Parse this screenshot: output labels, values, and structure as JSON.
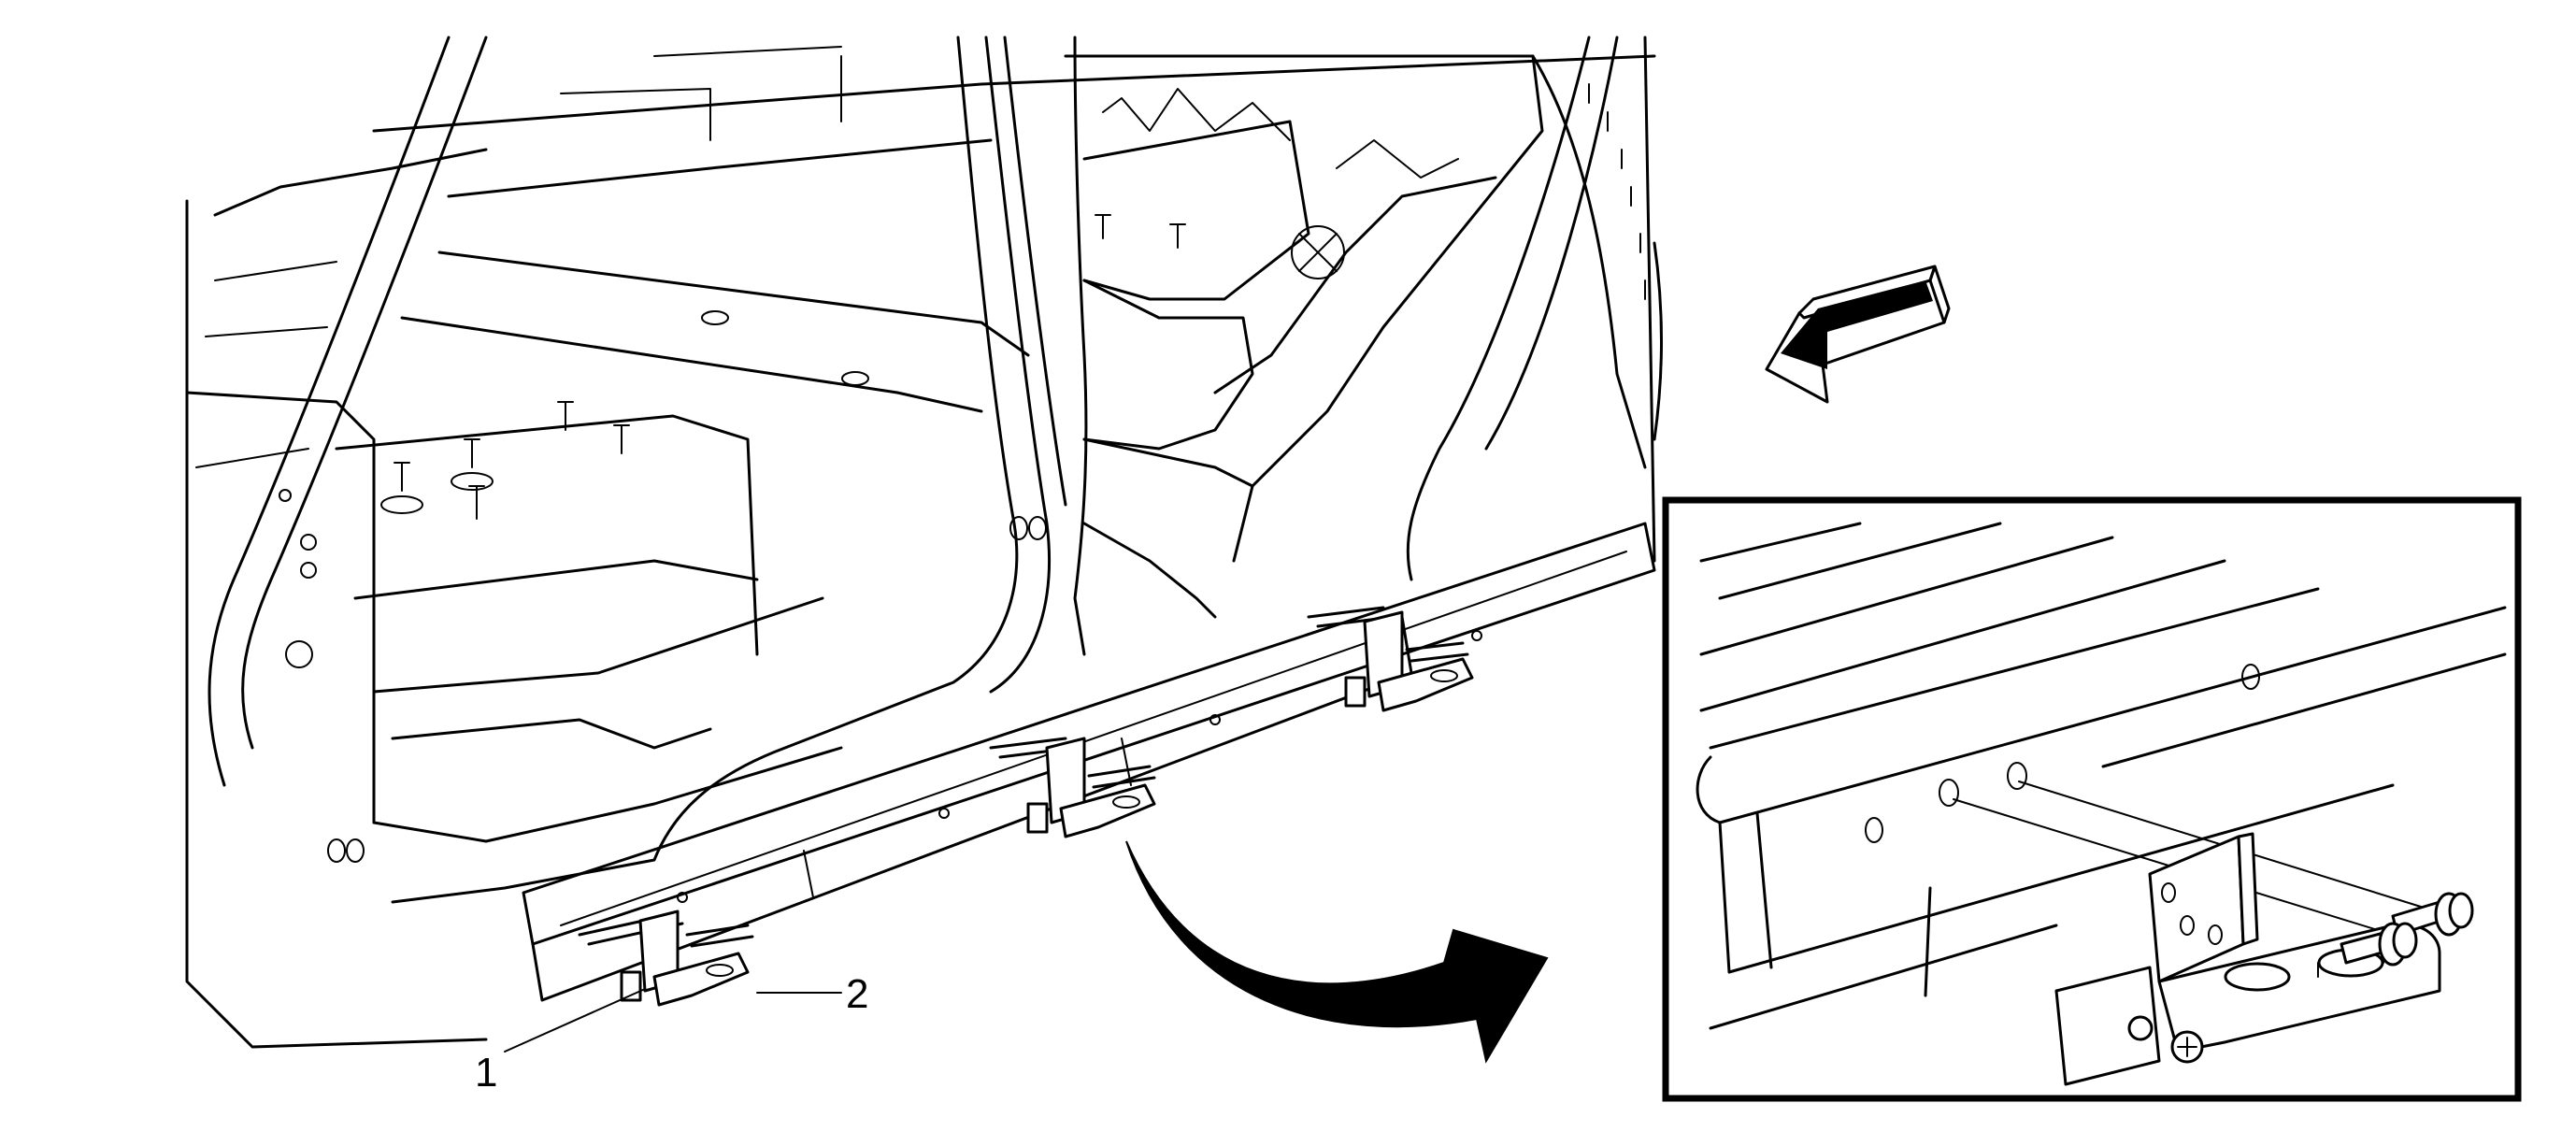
{
  "callouts": [
    {
      "id": "callout-1",
      "text": "1"
    },
    {
      "id": "callout-2",
      "text": "2"
    }
  ],
  "icons": [
    "front-direction-arrow-icon",
    "zoom-detail-arrow-icon"
  ],
  "colors": {
    "line": "#000000",
    "background": "#ffffff"
  }
}
